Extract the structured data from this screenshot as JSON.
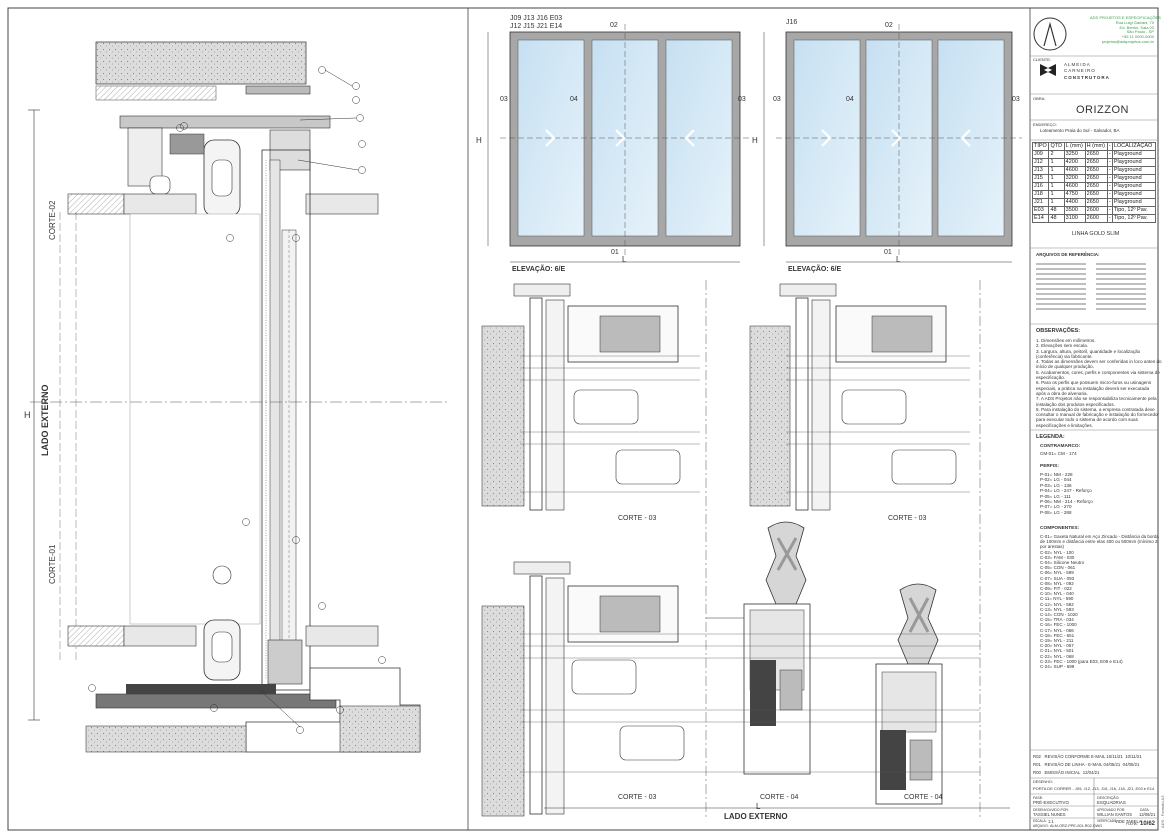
{
  "drawing": {
    "left_section": {
      "corte_02": "CORTE-02",
      "corte_01": "CORTE-01",
      "lado_externo": "LADO EXTERNO",
      "height_label": "H"
    },
    "elevation_left": {
      "top_tags_row1": "J09   J13   J16   E03",
      "top_tags_row2": "J12   J15   J21   E14",
      "dim_02": "02",
      "dim_03_left": "03",
      "dim_04": "04",
      "dim_03_right": "03",
      "dim_01": "01",
      "width_label": "L",
      "height_label": "H",
      "caption": "ELEVAÇÃO: 6/E"
    },
    "elevation_right": {
      "top_tag": "J16",
      "dim_02": "02",
      "dim_03_left": "03",
      "dim_04": "04",
      "dim_03_right": "03",
      "dim_01": "01",
      "width_label": "L",
      "height_label": "H",
      "caption": "ELEVAÇÃO: 6/E"
    },
    "section_labels": {
      "top_left": "CORTE - 03",
      "top_right": "CORTE - 03",
      "bottom_1": "CORTE - 03",
      "bottom_2": "CORTE - 04",
      "bottom_3": "CORTE - 04",
      "lado_externo": "LADO EXTERNO",
      "width_label": "L"
    }
  },
  "title_block": {
    "company_lines": [
      "ADS PROJETOS E ESPECIFICAÇÕES",
      "Rua Luigi Galvani, 70",
      "Ed. Berrini, Sala 03",
      "São Paulo - SP",
      "+55 11 0000-0000",
      "projetos@adsprojetos.com.br"
    ],
    "client_label": "CLIENTE:",
    "client_logo_line1": "ALMEIDA",
    "client_logo_line2": "CARNEIRO",
    "client_logo_line3": "CONSTRUTORA",
    "obra_label": "OBRA:",
    "project_name": "ORIZZON",
    "endereco_label": "ENDEREÇO:",
    "address": "Loteamento Praia do Sul - Salvador, BA",
    "schedule_headers": [
      "TIPO",
      "QTD",
      "L (mm)",
      "H (mm)",
      "-",
      "LOCALIZAÇÃO"
    ],
    "schedule_rows": [
      [
        "J09",
        "2",
        "3250",
        "2650",
        "-",
        "Playground"
      ],
      [
        "J12",
        "1",
        "4200",
        "2650",
        "-",
        "Playground"
      ],
      [
        "J13",
        "1",
        "4600",
        "2650",
        "-",
        "Playground"
      ],
      [
        "J15",
        "1",
        "3200",
        "2650",
        "-",
        "Playground"
      ],
      [
        "J16",
        "1",
        "4600",
        "2650",
        "-",
        "Playground"
      ],
      [
        "J18",
        "1",
        "4750",
        "2650",
        "-",
        "Playground"
      ],
      [
        "J21",
        "1",
        "4400",
        "2650",
        "-",
        "Playground"
      ],
      [
        "E03",
        "48",
        "3500",
        "2600",
        "-",
        "Tipo, 12º Pav."
      ],
      [
        "E14",
        "48",
        "3100",
        "2600",
        "-",
        "Tipo, 12º Pav."
      ]
    ],
    "line_name": "LINHA GOLD SLIM",
    "refs_title": "ARQUIVOS DE REFERÊNCIA:",
    "observacoes_title": "OBSERVAÇÕES:",
    "observacoes": [
      "1. Dimensões em milímetros.",
      "2. Elevações sem escala.",
      "3. Largura, altura, peitoril, quantidade e localização",
      "   (conferência) via fabricante.",
      "4. Todas as dimensões devem ser conferidas in loco antes do",
      "   início de qualquer produção.",
      "5. Acabamentos, cores, perfis e componentes via sistema de",
      "   especificação.",
      "6. Para os perfis que possuem micro-furos ou usinagens",
      "   especiais, a prática na instalação deverá ser executada",
      "   após a obra de alvenaria.",
      "7. A ADS Projetos não se responsabiliza tecnicamente pela",
      "   instalação dos produtos especificados.",
      "8. Para instalação do sistema, a empresa contratada deve",
      "   consultar o manual de fabricação e instalação do fornecedor",
      "   para executar todo o sistema de acordo com suas",
      "   especificações e limitações."
    ],
    "legenda_title": "LEGENDA:",
    "contramarco_title": "CONTRAMARCO:",
    "contramarco": [
      "CM-01= CM - 174"
    ],
    "perfis_title": "PERFIS:",
    "perfis": [
      "P-01= NM - 228",
      "P-02= LG - 044",
      "P-03= LG - 136",
      "P-04= LG - 247 - Reforço",
      "P-05= LG - 111",
      "P-06= NM - 214 - Reforço",
      "P-07= LG - 270",
      "P-08= LG - 288"
    ],
    "componentes_title": "COMPONENTES:",
    "componentes": [
      "C-01= Gaxeta Natural em Aço Zincado - Distância da borda",
      "de 100mm e distância entre elas 400 ou 500mm (mínimo 2",
      "por arestas)",
      "C-02= NYL - 100",
      "C-03= FAM - 030",
      "C-04= Silicone Neutro",
      "C-05= CON - 061",
      "C-06= NYL - 599",
      "C-07= SUA - 093",
      "C-08= NYL - 092",
      "C-09= FIT - 022",
      "C-10= NYL - 040",
      "C-11= NYL - 590",
      "C-12= NYL - 592",
      "C-13= NYL - 593",
      "C-14= CON - 1020",
      "C-15= TRA - 034",
      "C-16= FEC - 1000",
      "C-17= NYL - 066",
      "C-18= FEC - 651",
      "C-19= NYL - 211",
      "C-20= NYL - 067",
      "C-21= NYL - 501",
      "C-22= NYL - 068",
      "C-23= FEC - 1000 (para E03, E09 e E14)",
      "C-24= SUP - 699"
    ],
    "revisions": [
      [
        "R02",
        "REVISÃO CONFORME E-MAIL 10/11/21",
        "10/11/21"
      ],
      [
        "R01",
        "REVISÃO DE LINHA - E-MAIL 04/05/21",
        "04/05/21"
      ],
      [
        "R00",
        "EMISSÃO INICIAL",
        "12/04/21"
      ]
    ],
    "drawing_label": "DESENHO:",
    "drawing_desc": "PORTA DE CORRER - J09, J12, J13, J15, J16, J18, J21, E03 e E14",
    "fase_label": "FASE:",
    "fase": "PRÉ-EXECUTIVO",
    "desc_label": "DESCRIÇÃO:",
    "desc": "ESQUADRIAS",
    "desenvolvido_label": "DESENVOLVIDO POR:",
    "desenvolvido": "TASSIEL NUNES",
    "aprovado_label": "APROVADO POR:",
    "aprovado": "WILLIAN SANTOS",
    "data_label": "DATA:",
    "data": "12/08/21",
    "escala_label": "ESCALA:",
    "escala": "1:1",
    "verif_label": "VERIFICADO:",
    "verif": "VIDE TABELA",
    "arquivo_label": "ARQUIVO:",
    "arquivo": "ALM-ORZ-PPE-001-R02.DWG",
    "folha_label": "FOLHA:",
    "folha": "10/62",
    "side_note": "ADS - Formato A3"
  },
  "colors": {
    "glass": "#cfe6f4",
    "frame": "#9a9a9a",
    "concrete": "#d9d9d9",
    "line": "#333333"
  }
}
